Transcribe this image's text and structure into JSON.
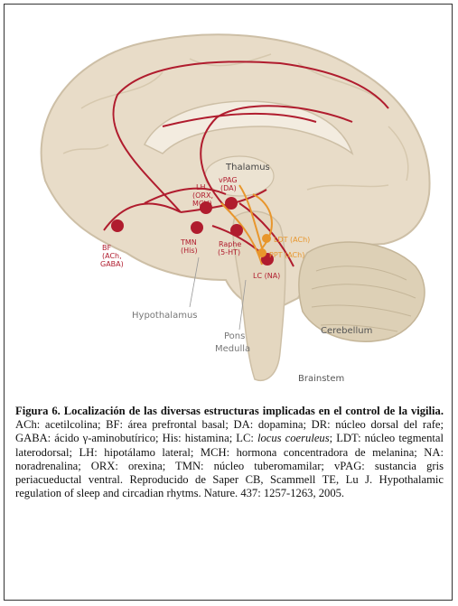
{
  "figure": {
    "labels": {
      "thalamus": "Thalamus",
      "vpag": "vPAG",
      "vpag_sub": "(DA)",
      "lh": "LH",
      "lh_orx": "(ORX,",
      "lh_mch": "MCH)",
      "bf": "BF",
      "bf_ach": "(ACh,",
      "bf_gaba": "GABA)",
      "tmn": "TMN",
      "tmn_his": "(His)",
      "raphe": "Raphe",
      "raphe_5ht": "(5-HT)",
      "ldt": "LDT (ACh)",
      "ppt": "PPT (ACh)",
      "lc": "LC (NA)",
      "hypothalamus": "Hypothalamus",
      "pons": "Pons",
      "medulla": "Medulla",
      "cerebellum": "Cerebellum",
      "brainstem": "Brainstem"
    },
    "colors": {
      "pathway_red": "#b01c2e",
      "pathway_orange": "#e8962c",
      "brain": "#e8dcc8",
      "brain_dark": "#cdbfa6",
      "label_red": "#b01c2e"
    }
  },
  "caption": {
    "title": "Figura 6. Localización de las diversas estructuras implicadas en el control de la vigilia.",
    "text_1": " ACh: acetilcolina; BF: área prefrontal basal; DA: dopamina; DR: núcleo dorsal del rafe; GABA: ácido γ-aminobutírico; His: histamina; LC: ",
    "lc_italic": "locus coeruleus",
    "text_2": "; LDT: núcleo tegmental laterodorsal; LH: hipotálamo lateral; MCH: hormona concentradora de melanina; NA: noradrenalina; ORX: orexina; TMN: núcleo tuberomamilar; vPAG: sustancia gris periacueductal ventral. Reproducido de Saper CB, Scammell TE, Lu J. Hypothalamic regulation of sleep and circadian rhytms. Nature. 437: 1257-1263, 2005."
  }
}
